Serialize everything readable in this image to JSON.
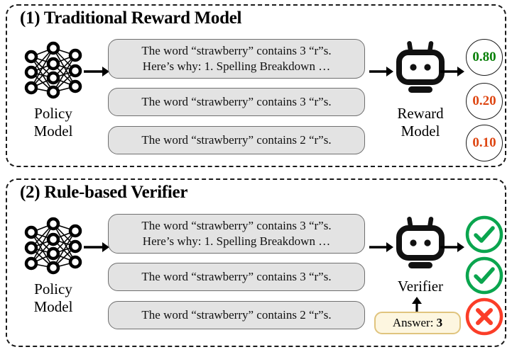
{
  "figure": {
    "panels": [
      {
        "id": "traditional-reward-model",
        "title": "(1) Traditional Reward Model",
        "policy": {
          "label_line1": "Policy",
          "label_line2": "Model",
          "icon": "neural-network-icon"
        },
        "judge": {
          "label_line1": "Reward",
          "label_line2": "Model",
          "icon": "robot-icon"
        },
        "responses": [
          {
            "line1": "The word “strawberry” contains 3 “r”s.",
            "line2": "Here’s why: 1. Spelling Breakdown …"
          },
          {
            "line1": "The word “strawberry” contains 3 “r”s.",
            "line2": ""
          },
          {
            "line1": "The word “strawberry” contains 2 “r”s.",
            "line2": ""
          }
        ],
        "outputs": [
          {
            "type": "score",
            "value": "0.80",
            "color": "#098009"
          },
          {
            "type": "score",
            "value": "0.20",
            "color": "#de4612"
          },
          {
            "type": "score",
            "value": "0.10",
            "color": "#de4612"
          }
        ]
      },
      {
        "id": "rule-based-verifier",
        "title": "(2) Rule-based Verifier",
        "policy": {
          "label_line1": "Policy",
          "label_line2": "Model",
          "icon": "neural-network-icon"
        },
        "judge": {
          "label_line1": "Verifier",
          "label_line2": "",
          "icon": "robot-icon"
        },
        "responses": [
          {
            "line1": "The word “strawberry” contains 3 “r”s.",
            "line2": "Here’s why: 1. Spelling Breakdown …"
          },
          {
            "line1": "The word “strawberry” contains 3 “r”s.",
            "line2": ""
          },
          {
            "line1": "The word “strawberry” contains 2 “r”s.",
            "line2": ""
          }
        ],
        "outputs": [
          {
            "type": "check",
            "value": "✓",
            "color": "#0aa54e"
          },
          {
            "type": "check",
            "value": "✓",
            "color": "#0aa54e"
          },
          {
            "type": "cross",
            "value": "✕",
            "color": "#fb3d28"
          }
        ],
        "answer_box": {
          "label": "Answer:",
          "value": "3"
        }
      }
    ],
    "colors": {
      "bubble_bg": "#e3e3e3",
      "bubble_border": "#6f6f6f",
      "panel_border": "#1a1a1a",
      "answer_bg": "#fdf6e0",
      "answer_border": "#e0c47e",
      "green": "#098009",
      "orange": "#de4612",
      "check_green": "#0aa54e",
      "cross_red": "#fb3d28"
    }
  }
}
